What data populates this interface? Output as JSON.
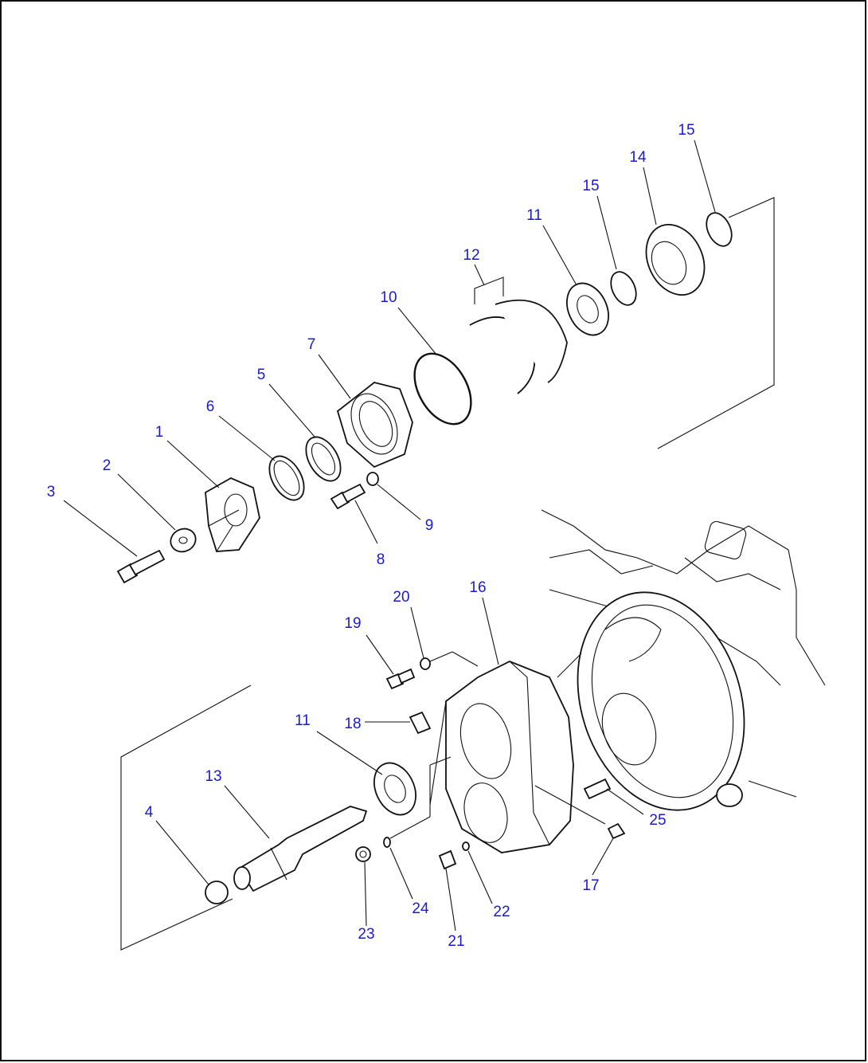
{
  "colors": {
    "label": "#1a1ad0",
    "line": "#111111",
    "background": "#ffffff"
  },
  "labels": [
    {
      "id": "p1",
      "text": "1"
    },
    {
      "id": "p2",
      "text": "2"
    },
    {
      "id": "p3",
      "text": "3"
    },
    {
      "id": "p4",
      "text": "4"
    },
    {
      "id": "p5",
      "text": "5"
    },
    {
      "id": "p6",
      "text": "6"
    },
    {
      "id": "p7",
      "text": "7"
    },
    {
      "id": "p8",
      "text": "8"
    },
    {
      "id": "p9",
      "text": "9"
    },
    {
      "id": "p10",
      "text": "10"
    },
    {
      "id": "p11a",
      "text": "11"
    },
    {
      "id": "p11b",
      "text": "11"
    },
    {
      "id": "p12",
      "text": "12"
    },
    {
      "id": "p13",
      "text": "13"
    },
    {
      "id": "p14",
      "text": "14"
    },
    {
      "id": "p15a",
      "text": "15"
    },
    {
      "id": "p15b",
      "text": "15"
    },
    {
      "id": "p16",
      "text": "16"
    },
    {
      "id": "p17",
      "text": "17"
    },
    {
      "id": "p18",
      "text": "18"
    },
    {
      "id": "p19",
      "text": "19"
    },
    {
      "id": "p20",
      "text": "20"
    },
    {
      "id": "p21",
      "text": "21"
    },
    {
      "id": "p22",
      "text": "22"
    },
    {
      "id": "p23",
      "text": "23"
    },
    {
      "id": "p24",
      "text": "24"
    },
    {
      "id": "p25",
      "text": "25"
    }
  ]
}
